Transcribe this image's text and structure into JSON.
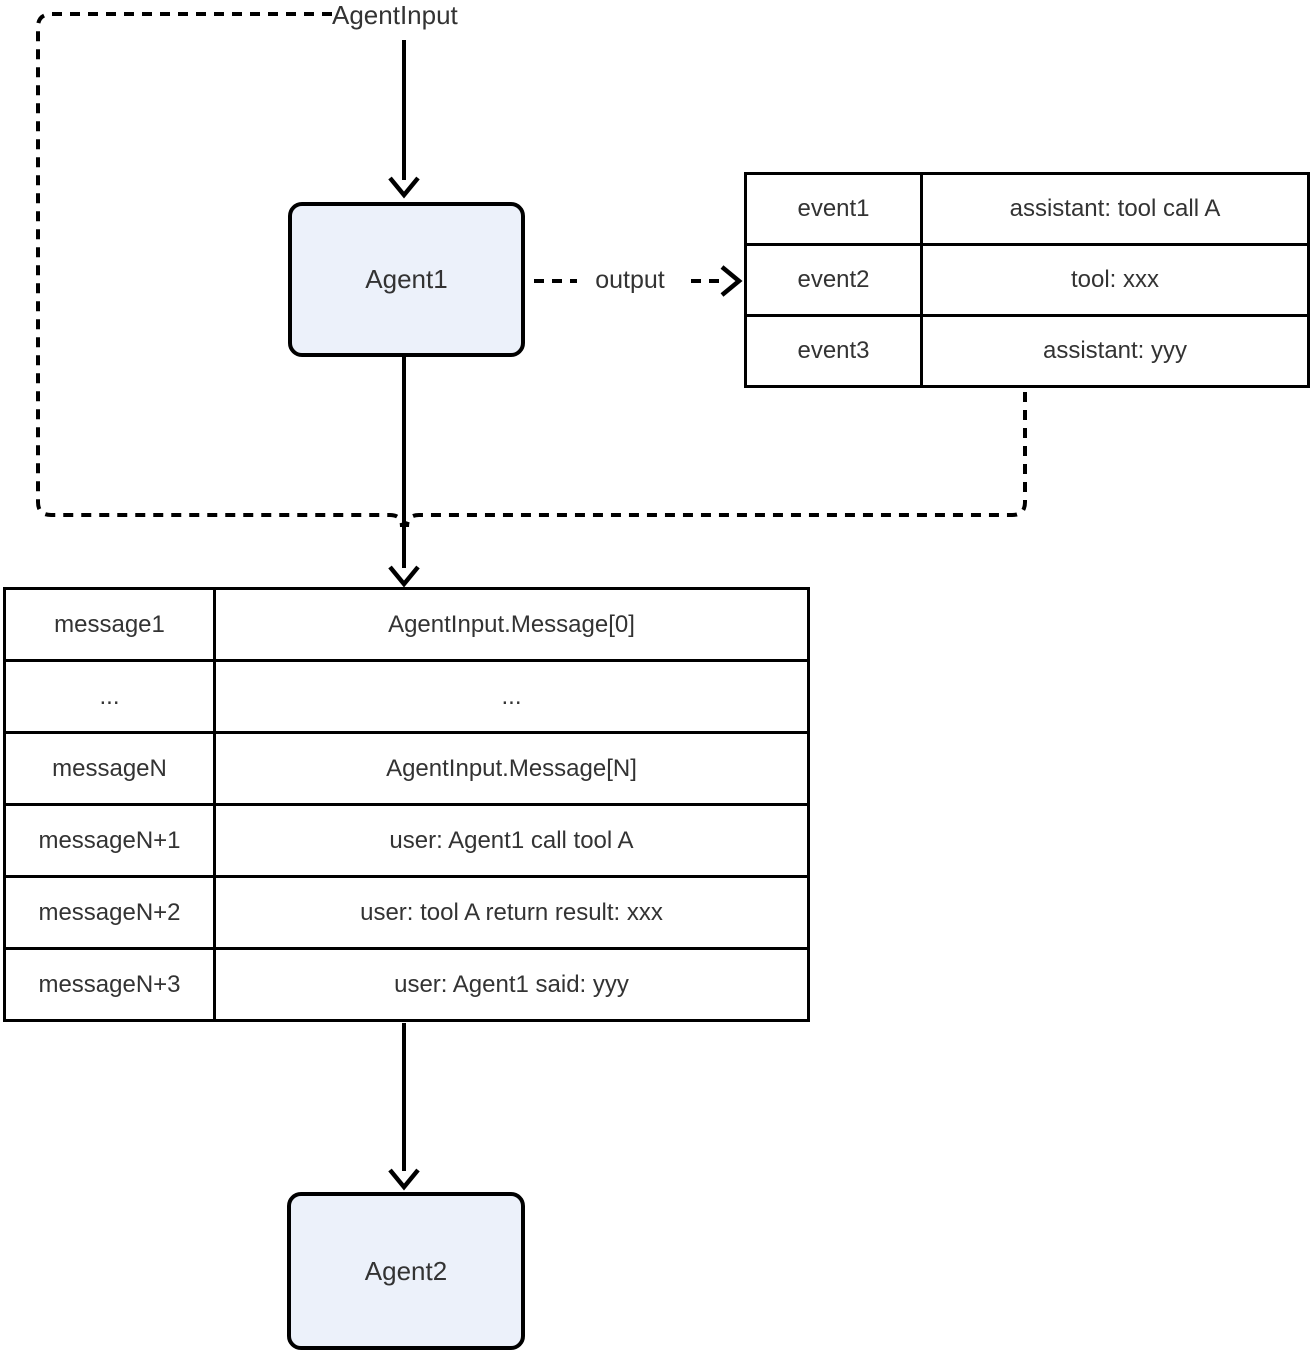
{
  "labels": {
    "agent_input": "AgentInput",
    "output": "output"
  },
  "nodes": {
    "agent1": "Agent1",
    "agent2": "Agent2"
  },
  "event_table": {
    "rows": [
      {
        "key": "event1",
        "value": "assistant: tool call A"
      },
      {
        "key": "event2",
        "value": "tool: xxx"
      },
      {
        "key": "event3",
        "value": "assistant: yyy"
      }
    ]
  },
  "message_table": {
    "rows": [
      {
        "key": "message1",
        "value": "AgentInput.Message[0]"
      },
      {
        "key": "...",
        "value": "..."
      },
      {
        "key": "messageN",
        "value": "AgentInput.Message[N]"
      },
      {
        "key": "messageN+1",
        "value": "user: Agent1 call tool A"
      },
      {
        "key": "messageN+2",
        "value": "user: tool A return result: xxx"
      },
      {
        "key": "messageN+3",
        "value": "user: Agent1 said: yyy"
      }
    ]
  },
  "colors": {
    "node_fill": "#ECF1FA",
    "node_border": "#000000",
    "line": "#000000",
    "text": "#333333"
  }
}
